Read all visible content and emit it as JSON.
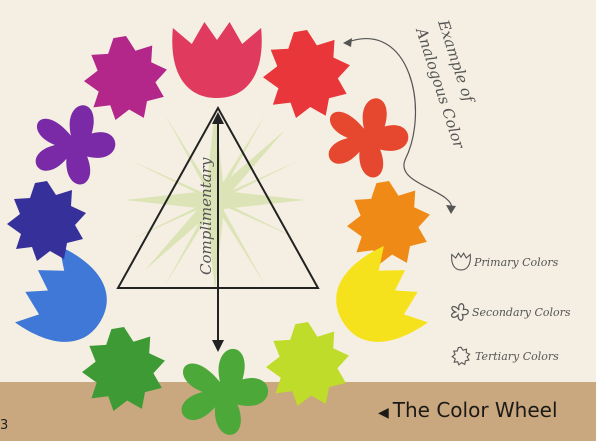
{
  "diagram": {
    "title": "The Color Wheel",
    "page_mark": "3",
    "center_label": "Complimentary",
    "annotation": {
      "line1": "Example of",
      "line2": "Analogous Color"
    },
    "legend": [
      {
        "label": "Primary Colors",
        "shape": "tulip-outline-icon"
      },
      {
        "label": "Secondary Colors",
        "shape": "four-petal-outline-icon"
      },
      {
        "label": "Tertiary Colors",
        "shape": "star-flower-outline-icon"
      }
    ],
    "wheel_colors": {
      "red": "#e03a5e",
      "red_orange": "#e8363a",
      "orange_red": "#e6472f",
      "orange": "#f08a16",
      "yellow": "#f6e21c",
      "yellow_green": "#bfdc2a",
      "green": "#4da83a",
      "blue_green": "#3e9a34",
      "blue": "#3f78d6",
      "blue_violet": "#36319a",
      "violet": "#7a2aa6",
      "red_violet": "#b3268a"
    }
  }
}
